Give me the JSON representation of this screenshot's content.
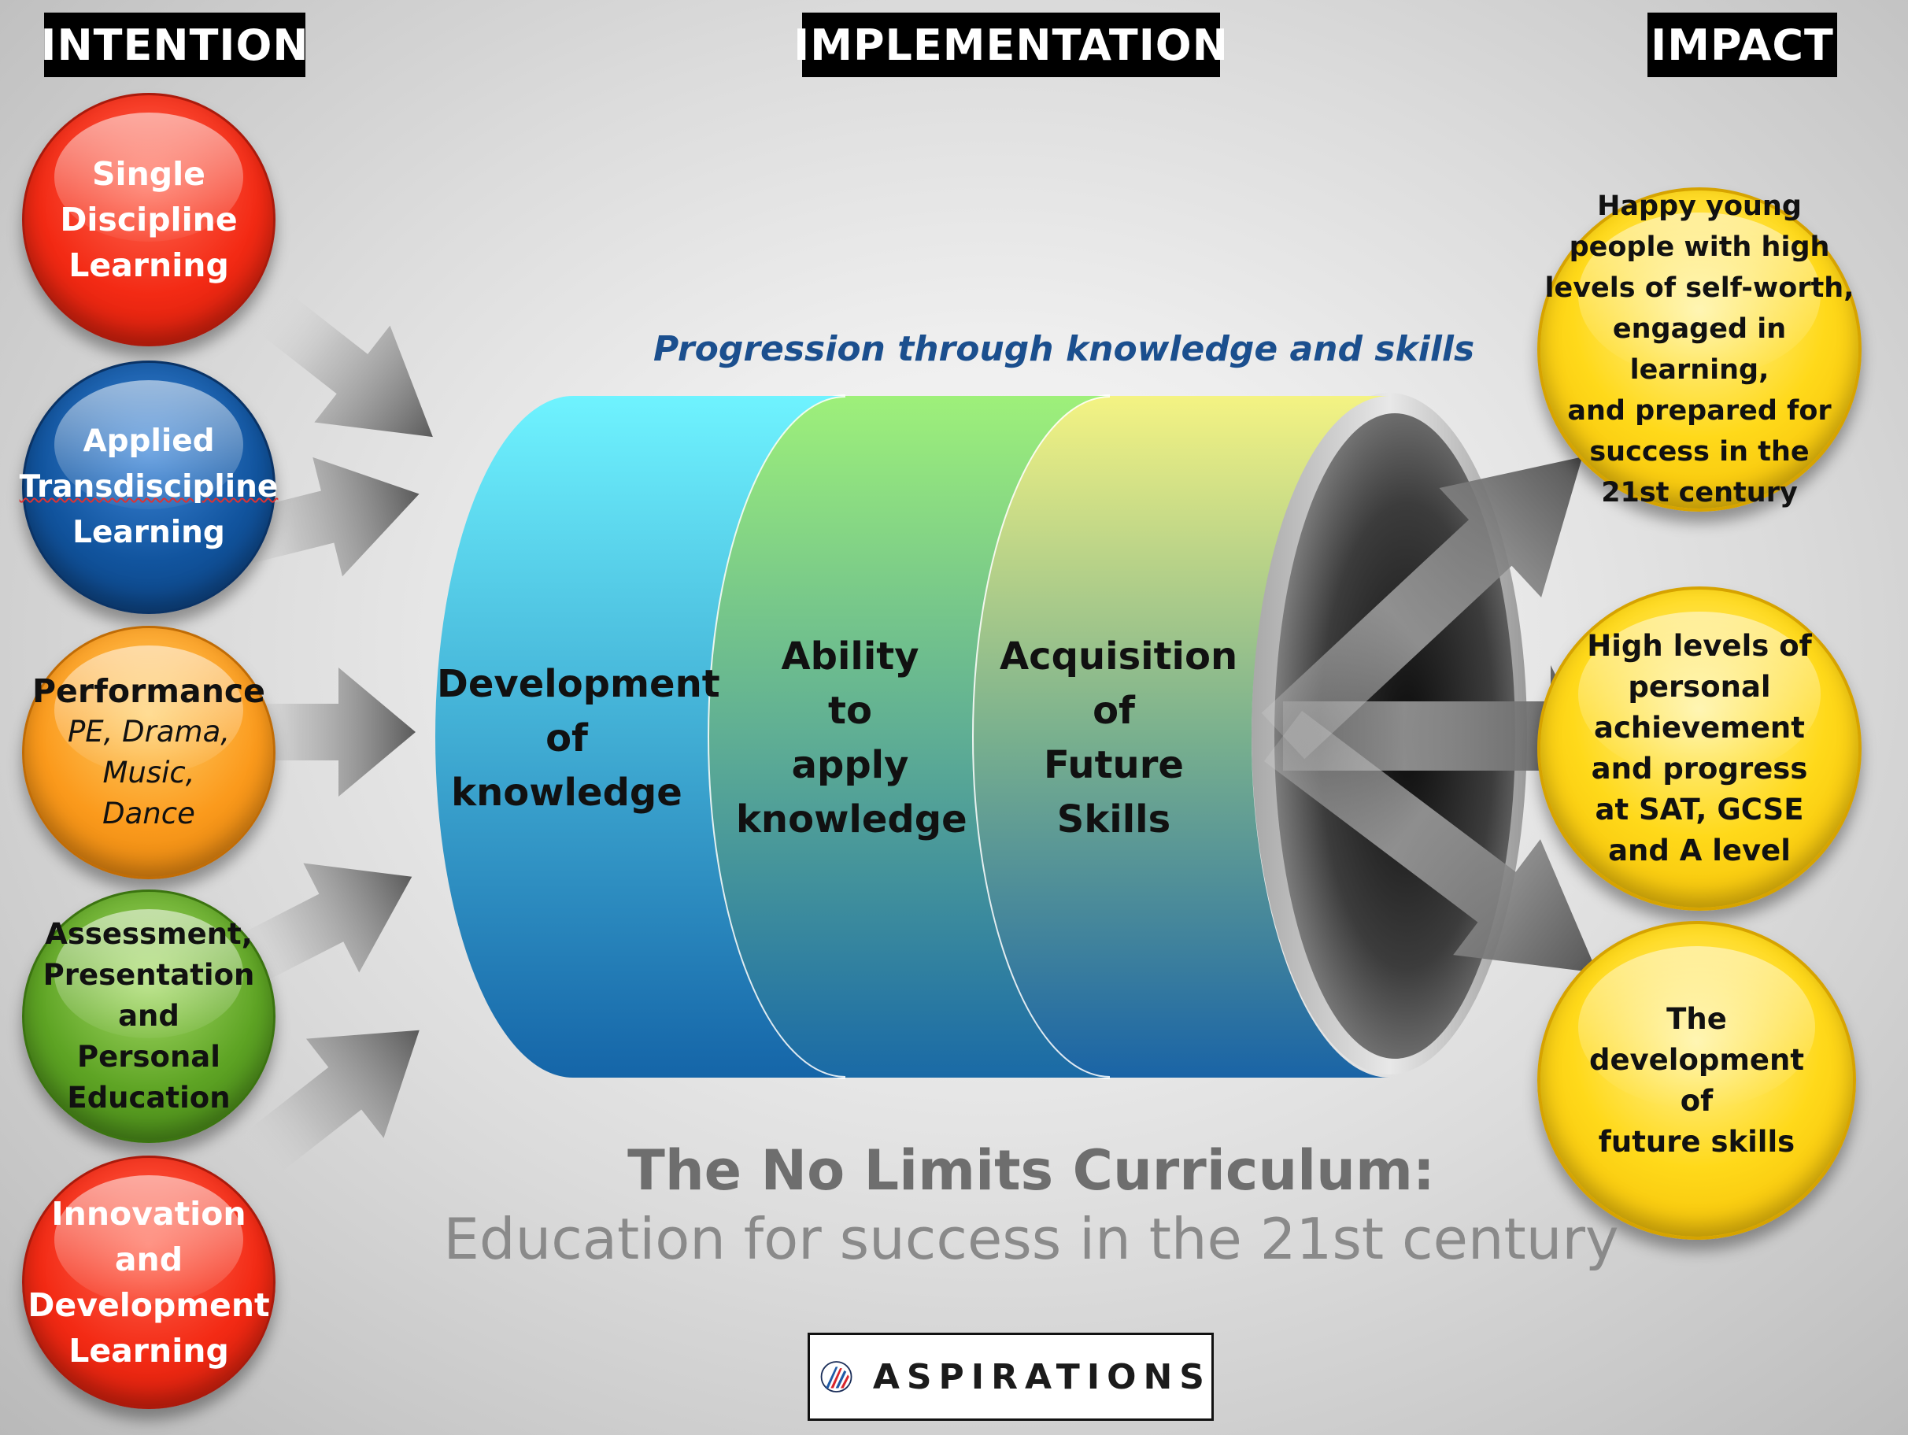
{
  "headers": {
    "intention": "INTENTION",
    "implementation": "IMPLEMENTATION",
    "impact": "IMPACT"
  },
  "intention_circles": [
    {
      "lines": [
        "Single",
        "Discipline",
        "Learning"
      ],
      "color": "#f32a14"
    },
    {
      "lines": [
        "Applied",
        "Transdiscipline",
        "Learning"
      ],
      "color": "#11549e"
    },
    {
      "title": "Performance",
      "lines": [
        "PE, Drama,",
        "Music,",
        "Dance"
      ],
      "color": "#fb9a1c"
    },
    {
      "lines": [
        "Assessment,",
        "Presentation",
        "and",
        "Personal",
        "Education"
      ],
      "color": "#5ea424"
    },
    {
      "lines": [
        "Innovation",
        "and",
        "Development",
        "Learning"
      ],
      "color": "#f32a14"
    }
  ],
  "implementation": {
    "caption": "Progression through knowledge and skills",
    "stages": [
      {
        "lines": [
          "Development",
          "of",
          "knowledge"
        ]
      },
      {
        "lines": [
          "Ability",
          "to",
          "apply",
          "knowledge"
        ]
      },
      {
        "lines": [
          "Acquisition",
          "of",
          "Future",
          "Skills"
        ]
      }
    ]
  },
  "impact_circles": [
    {
      "lines": [
        "Happy young",
        "people with high",
        "levels of self-worth,",
        "engaged in learning,",
        "and prepared for",
        "success in the",
        "21st century"
      ],
      "color": "#ffd91a"
    },
    {
      "lines": [
        "High levels of",
        "personal",
        "achievement",
        "and progress",
        "at SAT, GCSE",
        "and A level"
      ],
      "color": "#ffd91a"
    },
    {
      "lines": [
        "The",
        "development",
        "of",
        "future skills"
      ],
      "color": "#ffd91a"
    }
  ],
  "title": {
    "main": "The No Limits Curriculum:",
    "subtitle": "Education for success in the 21st century"
  },
  "logo": {
    "text": "ASPIRATIONS"
  }
}
